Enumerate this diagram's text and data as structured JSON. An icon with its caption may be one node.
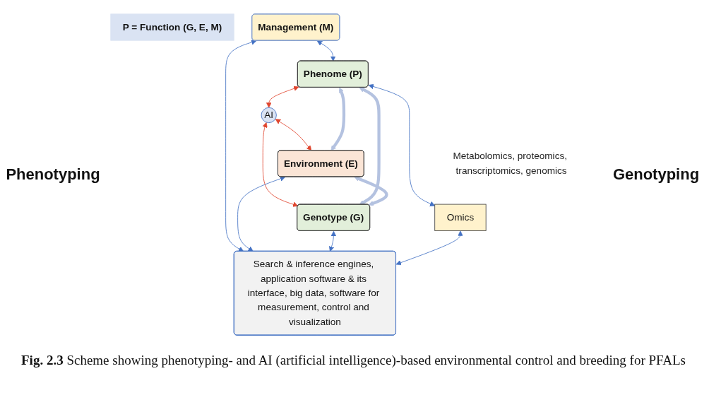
{
  "diagram": {
    "caption": "**Fig. 2.3** Scheme showing phenotyping- and AI (artificial intelligence)-based environmental control and breeding for PFALs",
    "nodes": [
      {
        "text": [
          "P = Function (G, E, M)"
        ]
      },
      {
        "text": [
          "Management (M)"
        ]
      },
      {
        "text": [
          "Phenome (P)"
        ]
      },
      {
        "text": [
          "Omics"
        ],
        "beside": [
          "Metabolomics, proteomics, transcriptomics, genomics"
        ]
      },
      {
        "text": [
          "AI"
        ]
      },
      {
        "text": [
          "Environment (E)"
        ]
      },
      {
        "text": [
          "Genotype (G)"
        ]
      },
      {
        "text": [
          "Search & inference engines, application software & its interface, big data, software for measurement, control and visualization"
        ]
      }
    ],
    "edges": [
      {
        "from": 1,
        "to": 2,
        "arrow": "both"
      },
      {
        "from": 2,
        "to": 3,
        "arrow": "both"
      },
      {
        "from": 2,
        "to": 4,
        "arrow": "both",
        "color": "#e0462f"
      },
      {
        "from": 4,
        "to": 5,
        "arrow": "both",
        "color": "#e0462f"
      },
      {
        "from": 4,
        "to": 6,
        "arrow": "both",
        "color": "#e0462f"
      },
      {
        "from": 2,
        "to": 5,
        "arrow": "both",
        "style": "thick",
        "color": "#b4c2e0"
      },
      {
        "from": 2,
        "to": 6,
        "arrow": "both",
        "style": "thick",
        "color": "#b4c2e0"
      },
      {
        "from": 5,
        "to": 6,
        "arrow": "both",
        "style": "thick",
        "color": "#b4c2e0"
      },
      {
        "from": 1,
        "to": 7,
        "arrow": "both"
      },
      {
        "from": 5,
        "to": 7,
        "arrow": "both"
      },
      {
        "from": 6,
        "to": 7,
        "arrow": "both"
      },
      {
        "from": 3,
        "to": 7,
        "arrow": "both"
      }
    ],
    "labels": [
      "Phenotyping",
      "Genotyping"
    ]
  }
}
